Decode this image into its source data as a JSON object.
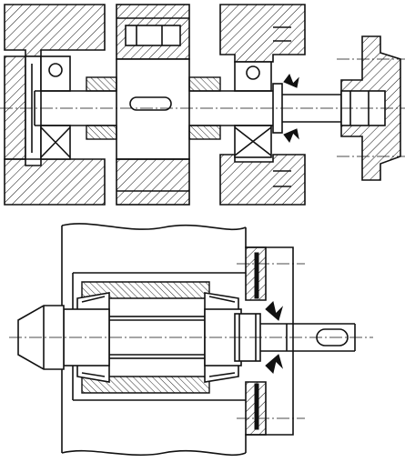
{
  "figure": {
    "views": [
      {
        "id": "top",
        "description_name": "shaft-assembly-with-gear"
      },
      {
        "id": "bottom",
        "description_name": "shaft-assembly-with-cone-end"
      }
    ]
  }
}
